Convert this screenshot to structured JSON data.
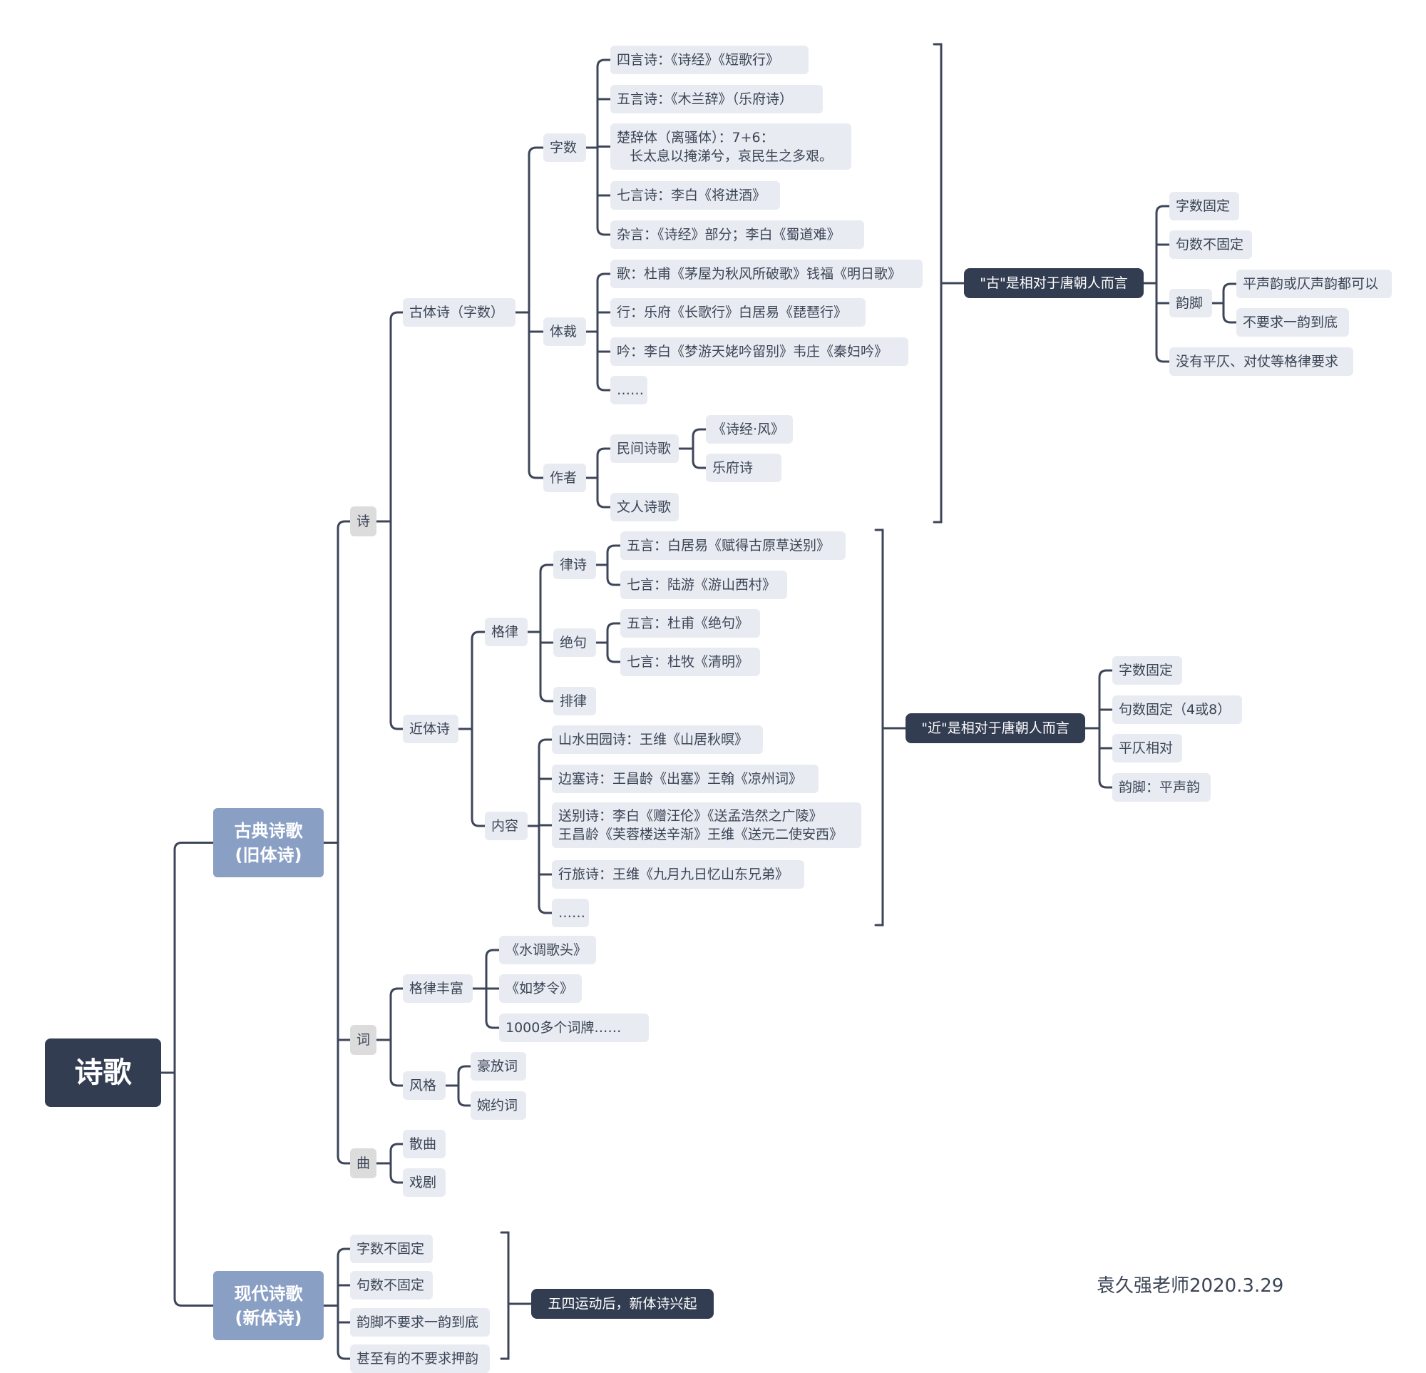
{
  "root": "诗歌",
  "classical": {
    "label": [
      "古典诗歌",
      "(旧体诗)"
    ],
    "shi": {
      "label": "诗",
      "gutishi": {
        "label": "古体诗（字数）",
        "zishu": {
          "label": "字数",
          "items": [
            [
              "四言诗：《诗经》《短歌行》"
            ],
            [
              "五言诗：《木兰辞》（乐府诗）"
            ],
            [
              "楚辞体（离骚体）：7+6：",
              "长太息以掩涕兮，哀民生之多艰。"
            ],
            [
              "七言诗：李白《将进酒》"
            ],
            [
              "杂言：《诗经》部分；李白《蜀道难》"
            ]
          ]
        },
        "ticai": {
          "label": "体裁",
          "items": [
            "歌：杜甫《茅屋为秋风所破歌》钱福《明日歌》",
            "行：乐府《长歌行》白居易《琵琶行》",
            "吟：李白《梦游天姥吟留别》韦庄《秦妇吟》",
            "……"
          ]
        },
        "zuozhe": {
          "label": "作者",
          "minjian": {
            "label": "民间诗歌",
            "items": [
              "《诗经·风》",
              "乐府诗"
            ]
          },
          "wenren": "文人诗歌"
        },
        "note": {
          "label": "\"古\"是相对于唐朝人而言",
          "items": [
            "字数固定",
            "句数不固定"
          ],
          "yunjiao": {
            "label": "韵脚",
            "items": [
              "平声韵或仄声韵都可以",
              "不要求一韵到底"
            ]
          },
          "last": "没有平仄、对仗等格律要求"
        }
      },
      "jintishi": {
        "label": "近体诗",
        "gelv": {
          "label": "格律",
          "lvshi": {
            "label": "律诗",
            "items": [
              "五言：白居易《赋得古原草送别》",
              "七言：陆游《游山西村》"
            ]
          },
          "jueju": {
            "label": "绝句",
            "items": [
              "五言：杜甫《绝句》",
              "七言：杜牧《清明》"
            ]
          },
          "pailv": "排律"
        },
        "neirong": {
          "label": "内容",
          "items": [
            [
              "山水田园诗：王维《山居秋暝》"
            ],
            [
              "边塞诗：王昌龄《出塞》王翰《凉州词》"
            ],
            [
              "送别诗：李白《赠汪伦》《送孟浩然之广陵》",
              "王昌龄《芙蓉楼送辛渐》王维《送元二使安西》"
            ],
            [
              "行旅诗：王维《九月九日忆山东兄弟》"
            ],
            [
              "……"
            ]
          ]
        },
        "note": {
          "label": "\"近\"是相对于唐朝人而言",
          "items": [
            "字数固定",
            "句数固定（4或8）",
            "平仄相对",
            "韵脚：平声韵"
          ]
        }
      }
    },
    "ci": {
      "label": "词",
      "gelvfengfu": {
        "label": "格律丰富",
        "items": [
          "《水调歌头》",
          "《如梦令》",
          "1000多个词牌……"
        ]
      },
      "fengge": {
        "label": "风格",
        "items": [
          "豪放词",
          "婉约词"
        ]
      }
    },
    "qu": {
      "label": "曲",
      "items": [
        "散曲",
        "戏剧"
      ]
    }
  },
  "modern": {
    "label": [
      "现代诗歌",
      "(新体诗)"
    ],
    "items": [
      "字数不固定",
      "句数不固定",
      "韵脚不要求一韵到底",
      "甚至有的不要求押韵"
    ],
    "note": "五四运动后，新体诗兴起"
  },
  "signature": "袁久强老师2020.3.29",
  "colors": {
    "line": "#3d4658",
    "leaf": "#e8ebf1",
    "level1": "#8a9fc4",
    "dark": "#333d52",
    "tag": "#dcdcdc"
  }
}
